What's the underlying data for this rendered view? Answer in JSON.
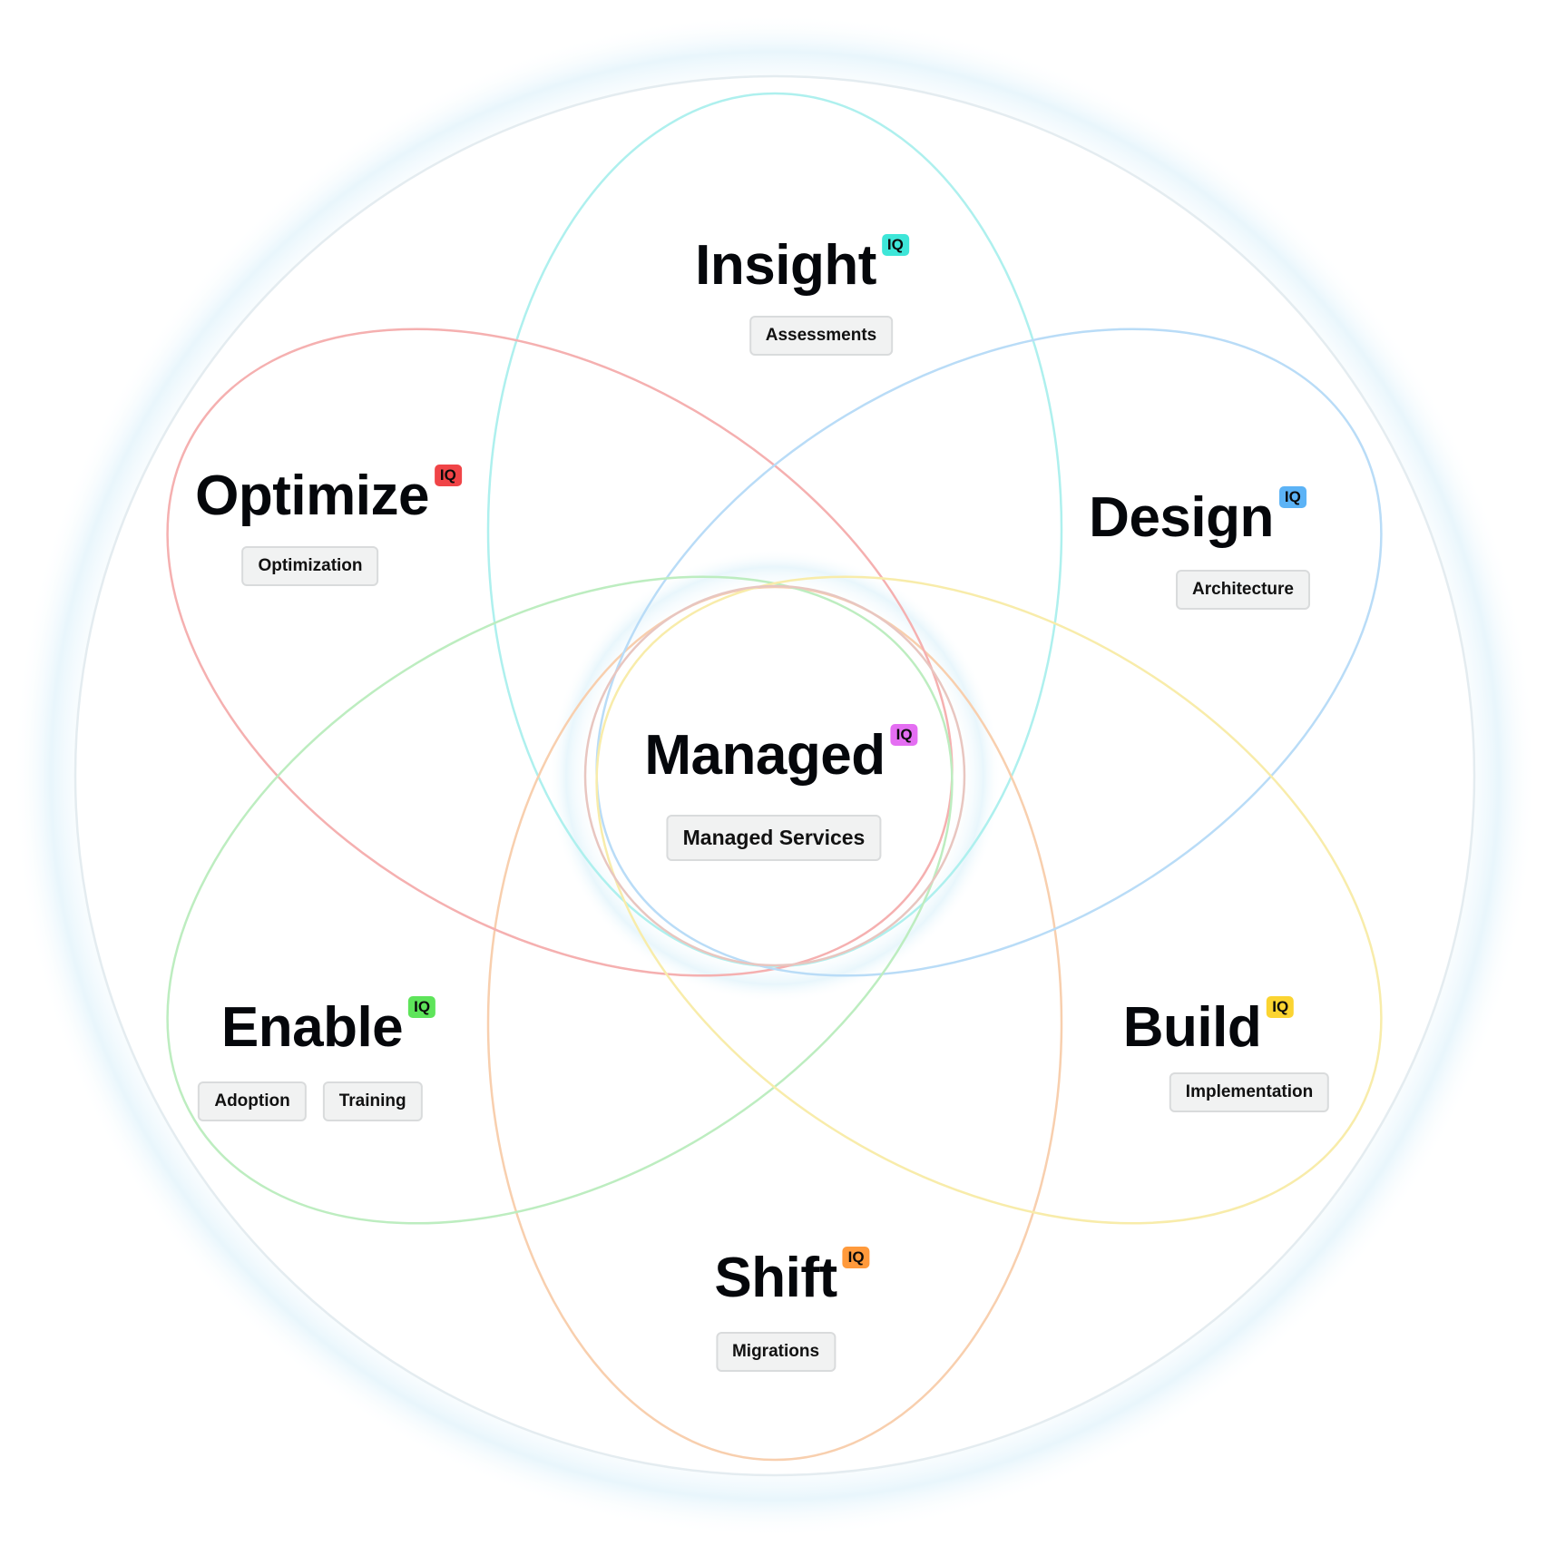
{
  "diagram": {
    "type": "venn-flower",
    "center": {
      "title": "Managed",
      "badge": "IQ",
      "badge_color": "#e46ef2",
      "tags": [
        "Managed Services"
      ]
    },
    "petals": [
      {
        "id": "insight",
        "title": "Insight",
        "badge": "IQ",
        "badge_color": "#3ee6d8",
        "stroke": "#aef0ee",
        "tags": [
          "Assessments"
        ]
      },
      {
        "id": "design",
        "title": "Design",
        "badge": "IQ",
        "badge_color": "#5cb3f6",
        "stroke": "#b9dcf7",
        "tags": [
          "Architecture"
        ]
      },
      {
        "id": "build",
        "title": "Build",
        "badge": "IQ",
        "badge_color": "#fbd431",
        "stroke": "#f8ecaa",
        "tags": [
          "Implementation"
        ]
      },
      {
        "id": "shift",
        "title": "Shift",
        "badge": "IQ",
        "badge_color": "#ff9a3c",
        "stroke": "#f8cfae",
        "tags": [
          "Migrations"
        ]
      },
      {
        "id": "enable",
        "title": "Enable",
        "badge": "IQ",
        "badge_color": "#5ee45a",
        "stroke": "#bdedc0",
        "tags": [
          "Adoption",
          "Training"
        ]
      },
      {
        "id": "optimize",
        "title": "Optimize",
        "badge": "IQ",
        "badge_color": "#f04447",
        "stroke": "#f5b0b0",
        "tags": [
          "Optimization"
        ]
      }
    ],
    "outer_ring_color": "#e6eef2",
    "center_ring_color": "#e8c6c0"
  }
}
